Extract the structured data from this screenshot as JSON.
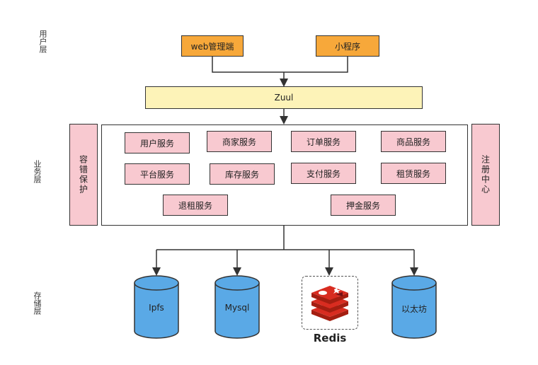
{
  "layers": {
    "user": "用户层",
    "business": "业务层",
    "storage": "存储层"
  },
  "clients": {
    "web": "web管理端",
    "mini": "小程序"
  },
  "gateway": "Zuul",
  "services": [
    "用户服务",
    "商家服务",
    "订单服务",
    "商品服务",
    "平台服务",
    "库存服务",
    "支付服务",
    "租赁服务",
    "退租服务",
    "押金服务"
  ],
  "side": {
    "left": "容错保护",
    "right": "注册中心"
  },
  "storage": {
    "ipfs": "Ipfs",
    "mysql": "Mysql",
    "redis": "Redis",
    "ethereum": "以太坊"
  },
  "colors": {
    "client": "#f7a83a",
    "gateway": "#fdf3b8",
    "service": "#f8c9d0",
    "db": "#5aa9e6",
    "redis": "#d82c20"
  },
  "icons": {
    "redis": "redis-logo-icon",
    "database": "database-cylinder-icon"
  }
}
